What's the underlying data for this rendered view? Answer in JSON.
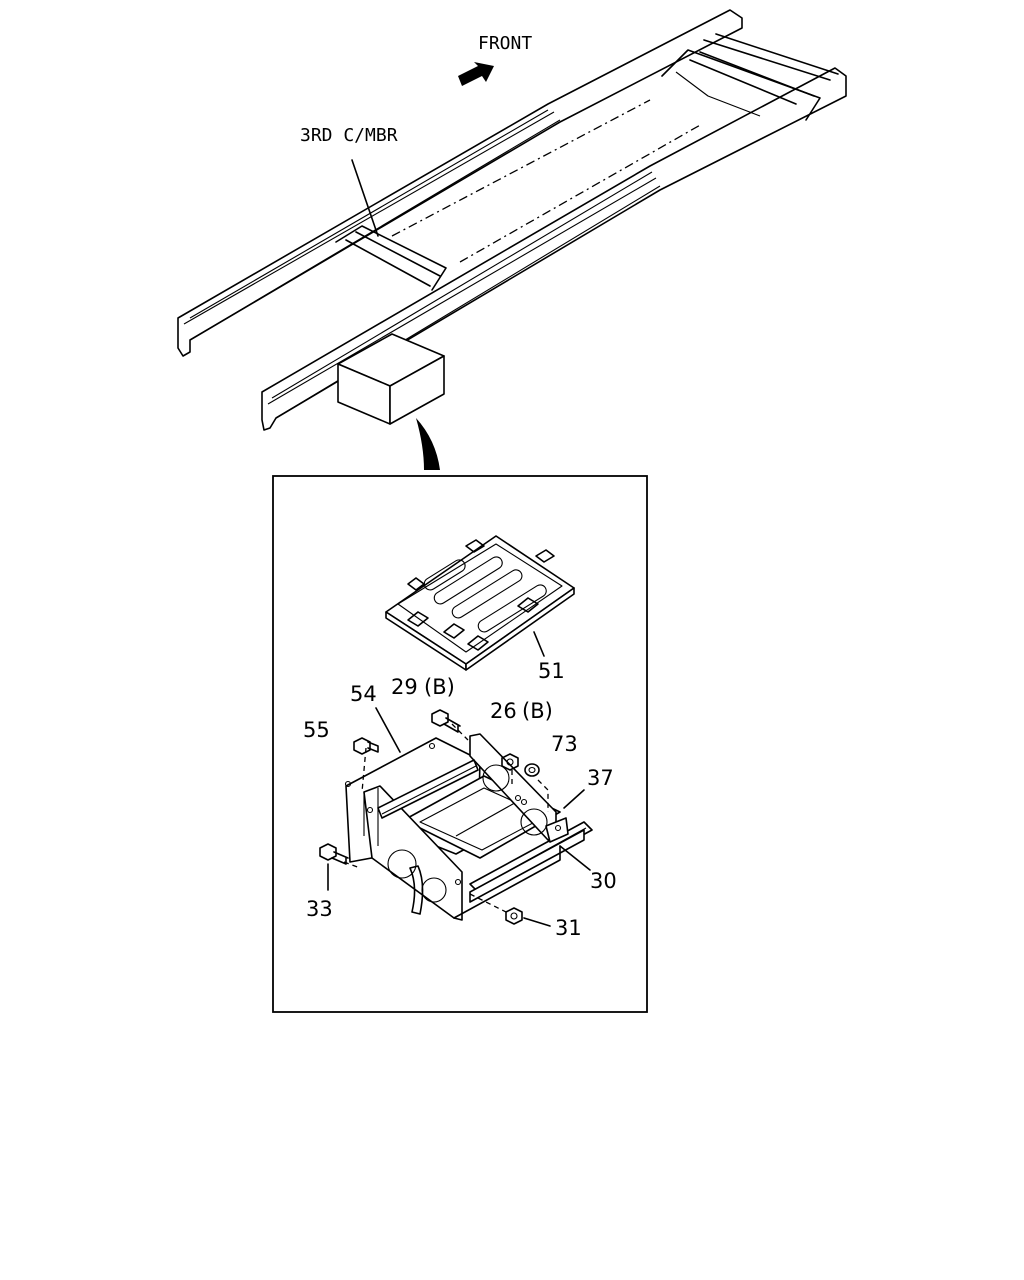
{
  "labels": {
    "front": "FRONT",
    "crossmember": "3RD C/MBR"
  },
  "callouts": {
    "c51": "51",
    "c54": "54",
    "c29": "29",
    "c29_suffix": "(B)",
    "c26": "26",
    "c26_suffix": "(B)",
    "c55": "55",
    "c73": "73",
    "c37": "37",
    "c30": "30",
    "c33": "33",
    "c31": "31"
  }
}
